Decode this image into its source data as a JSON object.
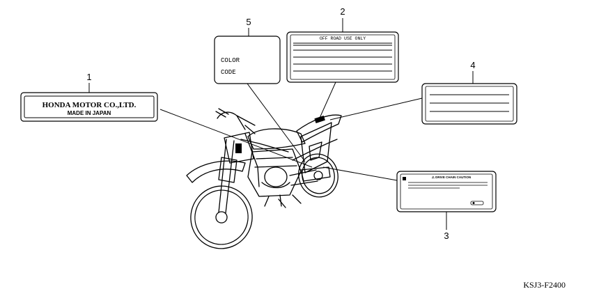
{
  "callouts": {
    "c1": "1",
    "c2": "2",
    "c3": "3",
    "c4": "4",
    "c5": "5"
  },
  "labels": {
    "maker_line1": "HONDA MOTOR CO.,LTD.",
    "maker_line2": "MADE IN JAPAN",
    "offroad": "OFF ROAD  USE ONLY",
    "color": "COLOR",
    "code": "CODE",
    "drive_chain": "⚠ DRIVE CHAIN CAUTION"
  },
  "diagram_code": "KSJ3-F2400"
}
